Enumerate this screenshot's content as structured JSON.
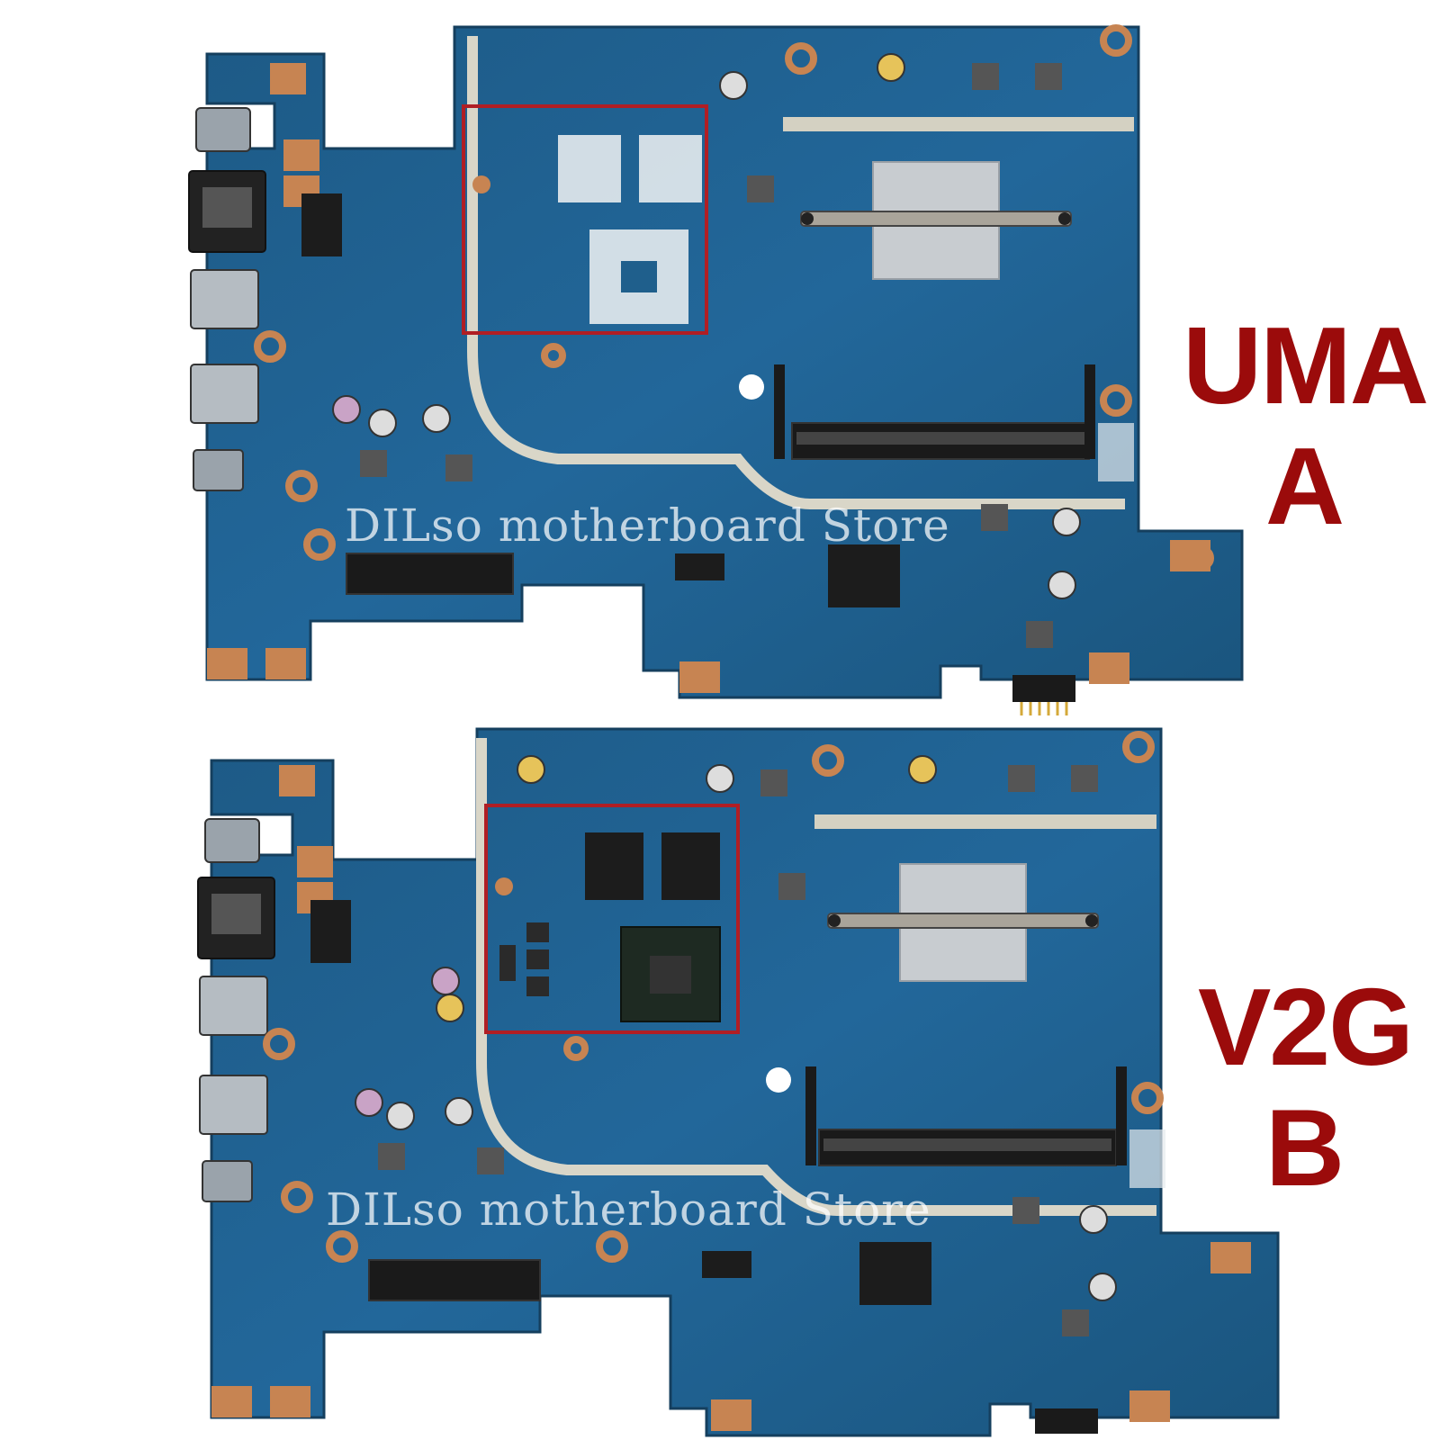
{
  "board_a": {
    "variant_line1": "UMA",
    "variant_line2": "A",
    "watermark": "DILso  motherboard  Store"
  },
  "board_b": {
    "variant_line1": "V2G",
    "variant_line2": "B",
    "watermark": "DILso  motherboard  Store"
  },
  "colors": {
    "pcb": "#1f5f8c",
    "label": "#9b0b0b",
    "highlight": "#b01e24",
    "pad": "#c78452"
  }
}
